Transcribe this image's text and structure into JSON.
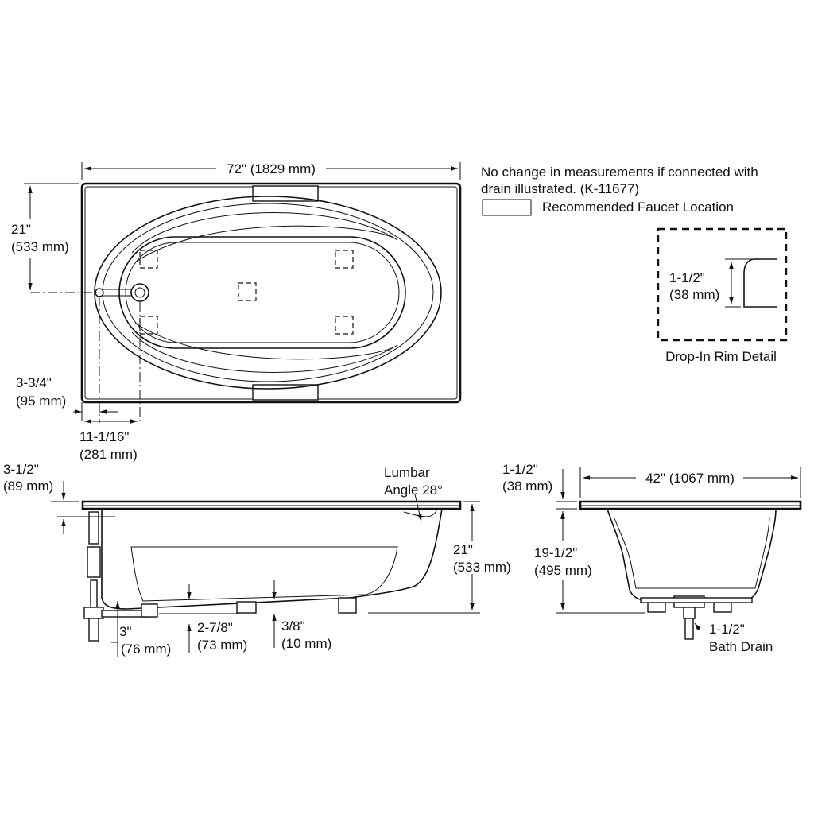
{
  "top_view": {
    "length": "72\" (1829 mm)",
    "width_in": "21\"",
    "width_mm": "(533 mm)",
    "offset_a_in": "3-3/4\"",
    "offset_a_mm": "(95 mm)",
    "offset_b_in": "11-1/16\"",
    "offset_b_mm": "(281 mm)"
  },
  "notes": {
    "line1": "No change in measurements if connected with",
    "line2": "drain illustrated. (K-11677)",
    "legend_label": "Recommended Faucet Location"
  },
  "rim_detail": {
    "dim_in": "1-1/2\"",
    "dim_mm": "(38 mm)",
    "title": "Drop-In Rim Detail"
  },
  "side_view": {
    "rim_in": "3-1/2\"",
    "rim_mm": "(89 mm)",
    "lumbar_1": "Lumbar",
    "lumbar_2": "Angle 28°",
    "height_in": "21\"",
    "height_mm": "(533 mm)",
    "drain_in": "3\"",
    "drain_mm": "(76 mm)",
    "floor_in": "2-7/8\"",
    "floor_mm": "(73 mm)",
    "foot_in": "3/8\"",
    "foot_mm": "(10 mm)"
  },
  "end_view": {
    "rim_in": "1-1/2\"",
    "rim_mm": "(38 mm)",
    "width": "42\" (1067 mm)",
    "height_in": "19-1/2\"",
    "height_mm": "(495 mm)",
    "drain_size": "1-1/2\"",
    "drain_label": "Bath Drain"
  }
}
